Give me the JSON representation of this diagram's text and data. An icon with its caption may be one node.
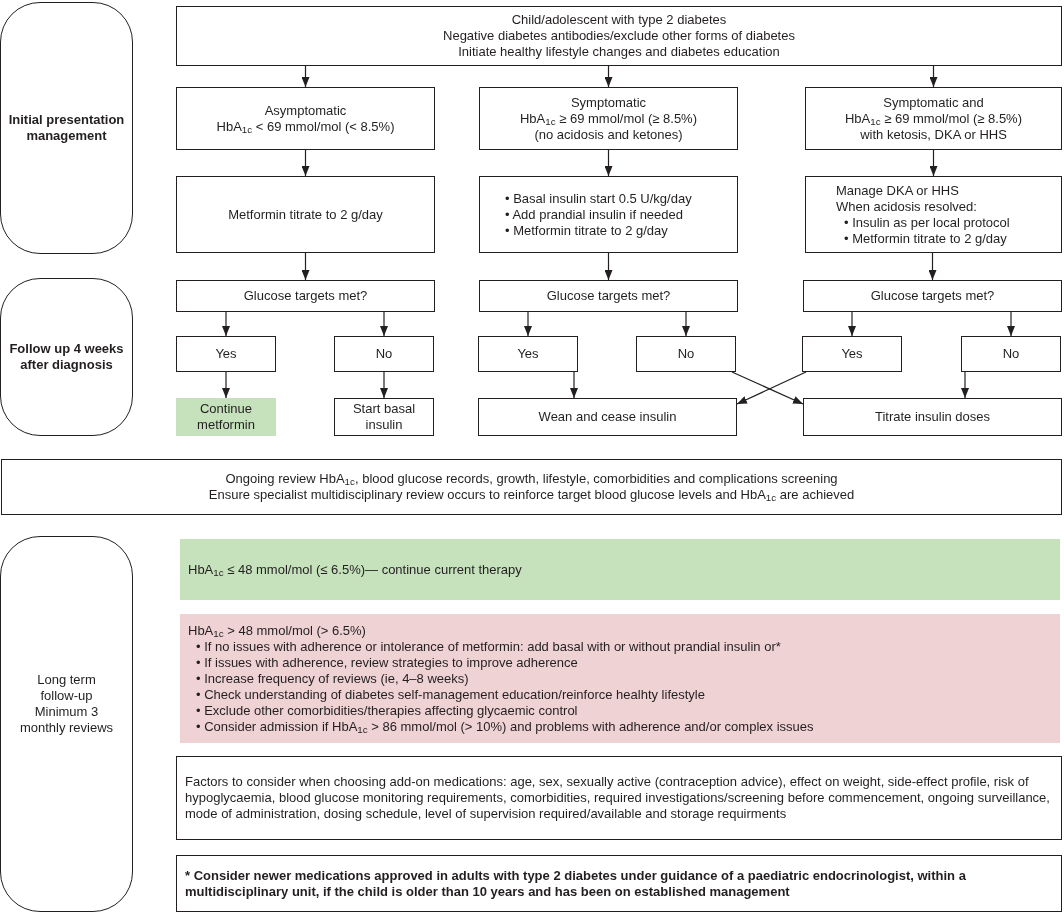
{
  "diagram": {
    "nodes": [
      {
        "text": [
          "Initial presentation management"
        ]
      },
      {
        "text": [
          "Child/adolescent with type 2 diabetes",
          "Negative diabetes antibodies/exclude other forms of diabetes",
          "Initiate healthy lifestyle changes and diabetes education"
        ]
      },
      {
        "text": [
          "Asymptomatic",
          "HbA$_{1c}$ < 69 mmol/mol (< 8.5%)"
        ]
      },
      {
        "text": [
          "Symptomatic",
          "HbA$_{1c}$ ≥ 69 mmol/mol (≥ 8.5%)",
          "(no acidosis and ketones)"
        ]
      },
      {
        "text": [
          "Symptomatic and",
          "HbA$_{1c}$ ≥ 69 mmol/mol (≥ 8.5%)",
          "with ketosis, DKA or HHS"
        ]
      },
      {
        "text": [
          "Metformin titrate to 2 g/day"
        ]
      },
      {
        "text": [
          "• Basal insulin start 0.5 U/kg/day",
          "• Add prandial insulin if needed",
          "• Metformin titrate to 2 g/day"
        ]
      },
      {
        "text": [
          "Manage DKA or HHS",
          "When acidosis resolved:",
          "• Insulin as per local protocol",
          "• Metformin titrate to 2 g/day"
        ]
      },
      {
        "text": [
          "Follow up 4 weeks after diagnosis"
        ]
      },
      {
        "text": [
          "Glucose targets met?"
        ]
      },
      {
        "text": [
          "Glucose targets met?"
        ]
      },
      {
        "text": [
          "Glucose targets met?"
        ]
      },
      {
        "text": [
          "Yes"
        ]
      },
      {
        "text": [
          "No"
        ]
      },
      {
        "text": [
          "Yes"
        ]
      },
      {
        "text": [
          "No"
        ]
      },
      {
        "text": [
          "Yes"
        ]
      },
      {
        "text": [
          "No"
        ]
      },
      {
        "text": [
          "Continue metformin"
        ]
      },
      {
        "text": [
          "Start basal insulin"
        ]
      },
      {
        "text": [
          "Wean and cease insulin"
        ]
      },
      {
        "text": [
          "Titrate insulin doses"
        ]
      },
      {
        "text": [
          "Ongoing review HbA$_{1c}$, blood glucose records, growth, lifestyle, comorbidities and complications screening",
          "Ensure specialist multidisciplinary review occurs to reinforce target blood glucose levels and HbA$_{1c}$ are achieved"
        ]
      },
      {
        "text": [
          "Long term follow-up",
          "Minimum 3 monthly reviews"
        ]
      },
      {
        "text": [
          "HbA$_{1c}$ ≤ 48 mmol/mol (≤ 6.5%)— continue current therapy"
        ]
      },
      {
        "text": [
          "HbA$_{1c}$ > 48 mmol/mol (> 6.5%)",
          "• If no issues with adherence or intolerance of metformin: add basal with or without prandial insulin or*",
          "• If issues with adherence, review strategies to improve adherence",
          "• Increase frequency of reviews (ie, 4–8 weeks)",
          "• Check understanding of diabetes self-management education/reinforce healhty lifestyle",
          "• Exclude other comorbidities/therapies affecting glycaemic control",
          "• Consider admission if HbA$_{1c}$ > 86 mmol/mol (> 10%) and problems with adherence and/or complex issues"
        ]
      },
      {
        "text": [
          "Factors to consider when choosing add-on medications: age, sex, sexually active (contraception advice), effect on weight, side-effect profile, risk of hypoglycaemia, blood glucose monitoring requirements, comorbidities, required investigations/screening before commencement, ongoing surveillance, mode of administration, dosing schedule, level of supervision required/available and storage requirments"
        ]
      },
      {
        "text": [
          "* Consider newer medications approved in adults with type 2 diabetes under guidance of a paediatric endocrinologist, within a multidisciplinary unit, if the child is older than 10 years and has been on established management"
        ]
      }
    ],
    "edges": [
      {
        "from": 1,
        "to": 2,
        "arrow": "to"
      },
      {
        "from": 1,
        "to": 3,
        "arrow": "to"
      },
      {
        "from": 1,
        "to": 4,
        "arrow": "to"
      },
      {
        "from": 2,
        "to": 5,
        "arrow": "to"
      },
      {
        "from": 3,
        "to": 6,
        "arrow": "to"
      },
      {
        "from": 4,
        "to": 7,
        "arrow": "to"
      },
      {
        "from": 5,
        "to": 9,
        "arrow": "to"
      },
      {
        "from": 6,
        "to": 10,
        "arrow": "to"
      },
      {
        "from": 7,
        "to": 11,
        "arrow": "to"
      },
      {
        "from": 9,
        "to": 12,
        "arrow": "to"
      },
      {
        "from": 9,
        "to": 13,
        "arrow": "to"
      },
      {
        "from": 10,
        "to": 14,
        "arrow": "to"
      },
      {
        "from": 10,
        "to": 15,
        "arrow": "to"
      },
      {
        "from": 11,
        "to": 16,
        "arrow": "to"
      },
      {
        "from": 11,
        "to": 17,
        "arrow": "to"
      },
      {
        "from": 12,
        "to": 18,
        "arrow": "to"
      },
      {
        "from": 13,
        "to": 19,
        "arrow": "to"
      },
      {
        "from": 14,
        "to": 20,
        "arrow": "to"
      },
      {
        "from": 15,
        "to": 21,
        "arrow": "to"
      },
      {
        "from": 16,
        "to": 20,
        "arrow": "to"
      },
      {
        "from": 17,
        "to": 21,
        "arrow": "to"
      }
    ]
  }
}
